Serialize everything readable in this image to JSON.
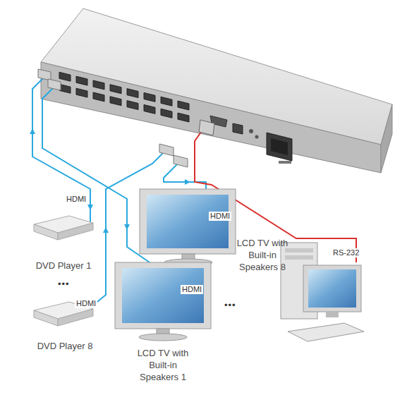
{
  "diagram": {
    "nodes": [
      {
        "text": [
          "LCD TV with Built-in Speakers 8"
        ]
      },
      {
        "text": [
          "DVD Player 1"
        ]
      },
      {
        "text": [
          "DVD Player 8"
        ]
      },
      {
        "text": [
          "LCD TV with Built-in Speakers 1"
        ]
      }
    ],
    "labels": [
      "HDMI",
      "HDMI",
      "RS-232",
      "HDMI",
      "•••",
      "HDMI",
      "•••"
    ]
  }
}
